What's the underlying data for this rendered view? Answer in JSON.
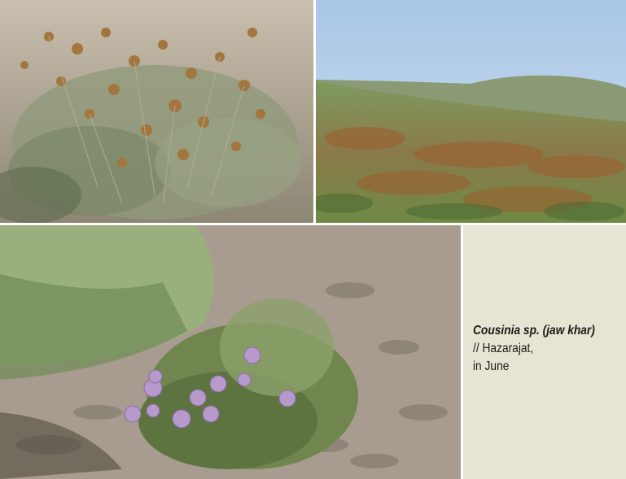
{
  "caption": {
    "species": "Cousinia sp. (jaw khar)",
    "separator": " // ",
    "location": "Hazarajat,",
    "season": "in June"
  },
  "photos": [
    {
      "subject": "dry thistle plant with brown seed heads on rocky soil"
    },
    {
      "subject": "hillside covered with reddish-green vegetation under blue sky"
    },
    {
      "subject": "flowering thistle with purple flower heads on stony slope"
    }
  ],
  "colors": {
    "caption_panel": "#e6e4d2",
    "caption_text": "#1a1a1a"
  }
}
